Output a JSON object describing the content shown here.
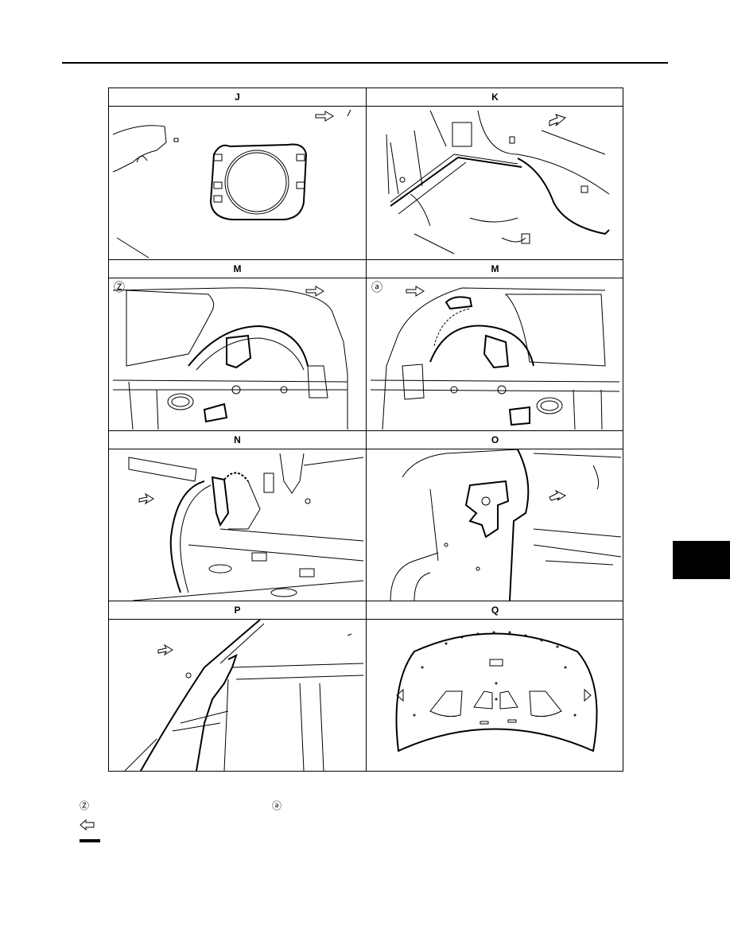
{
  "panels": [
    {
      "label": "J"
    },
    {
      "label": "K"
    },
    {
      "label": "M"
    },
    {
      "label": "M"
    },
    {
      "label": "N"
    },
    {
      "label": "O"
    },
    {
      "label": "P"
    },
    {
      "label": "Q"
    }
  ],
  "panel_markers": {
    "left_m": "Ⓩ",
    "right_m": "ⓐ"
  },
  "legend": {
    "z_symbol": "Ⓩ",
    "a_symbol": "ⓐ",
    "arrow_symbol": "arrow-left-icon",
    "line_symbol": "thick-line-icon"
  },
  "colors": {
    "ink": "#000000",
    "background": "#ffffff"
  }
}
